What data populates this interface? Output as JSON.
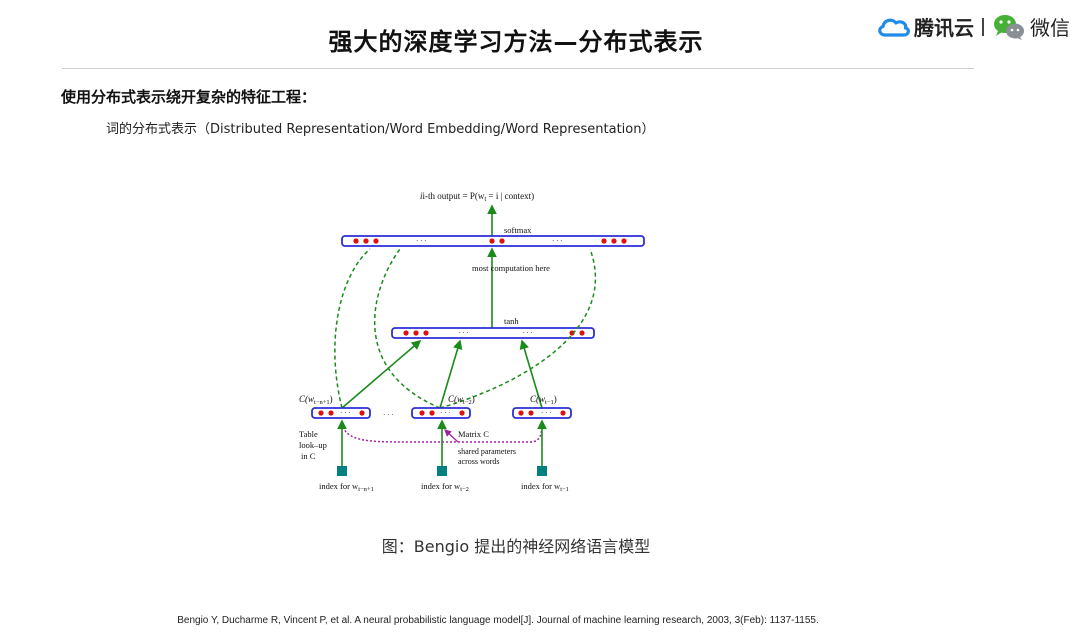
{
  "header": {
    "title": "强大的深度学习方法—分布式表示",
    "brand_tencent": "腾讯云",
    "brand_wechat": "微信"
  },
  "content": {
    "subheading": "使用分布式表示绕开复杂的特征工程：",
    "intro": "词的分布式表示（Distributed Representation/Word Embedding/Word Representation）"
  },
  "diagram": {
    "output_label": "i-th output = P(w",
    "output_sub": "t",
    "output_rest": " = i | context)",
    "softmax": "softmax",
    "most_computation": "most  computation here",
    "tanh": "tanh",
    "matrix_c": "Matrix C",
    "shared_1": "shared parameters",
    "shared_2": "across words",
    "table_1": "Table",
    "table_2": "look–up",
    "table_3": "in C",
    "c_main": "C(w",
    "c_sub_1": "t−n+1",
    "c_sub_2": "t−2",
    "c_sub_3": "t−1",
    "index_main": "index for  w",
    "dots": "· · ·"
  },
  "caption": "图：Bengio 提出的神经网络语言模型",
  "reference": "Bengio Y, Ducharme R, Vincent P, et al. A neural probabilistic language model[J]. Journal of machine learning research, 2003, 3(Feb): 1137-1155.",
  "colors": {
    "blue": "#2b2fd6",
    "red": "#e01010",
    "green": "#1a8a1a",
    "purple": "#a020a0",
    "teal": "#008080",
    "tencent_blue": "#1e8ce6",
    "wechat_green": "#45b035"
  }
}
